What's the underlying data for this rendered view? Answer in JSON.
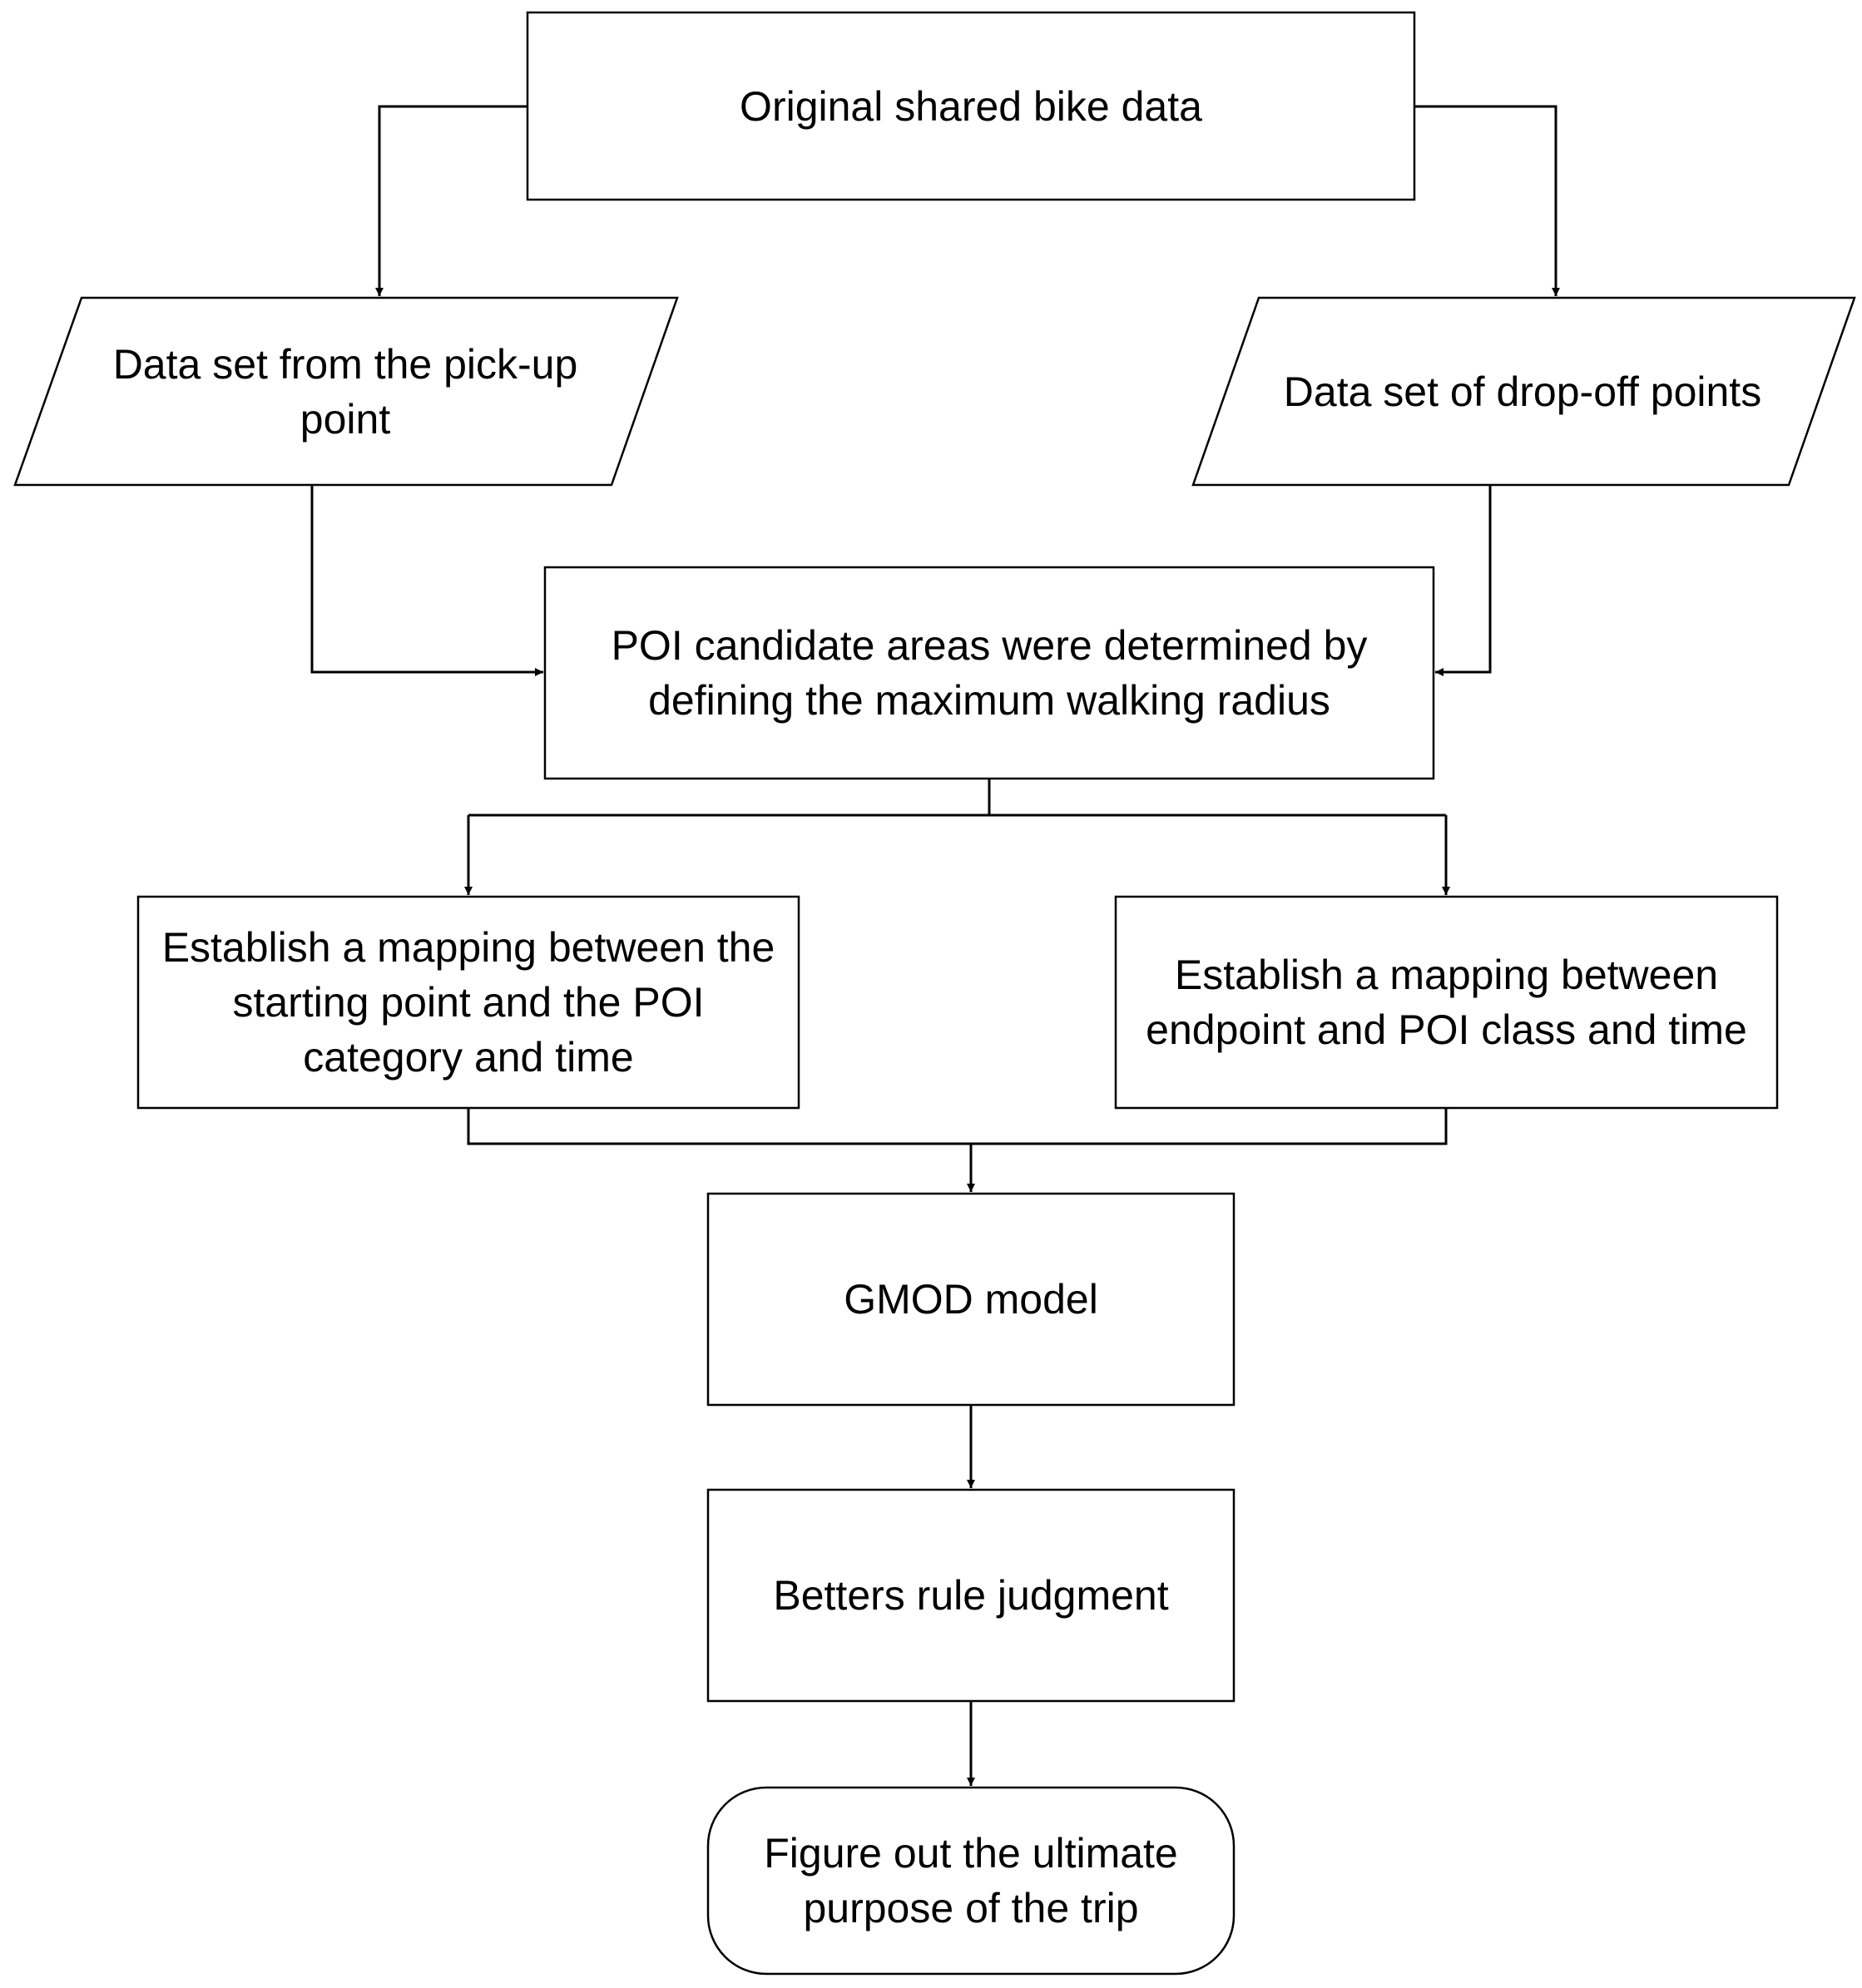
{
  "flowchart": {
    "nodes": {
      "original_data": "Original shared bike data",
      "pickup_dataset": "Data set from the pick-up point",
      "dropoff_dataset": "Data set of drop-off points",
      "poi_candidate": "POI candidate areas were determined by defining the maximum walking radius",
      "start_mapping": "Establish a mapping between the starting point and the POI category and time",
      "end_mapping": "Establish a mapping between endpoint and POI class and time",
      "gmod_model": "GMOD model",
      "betters_rule": "Betters rule judgment",
      "trip_purpose": "Figure out the ultimate purpose of the trip"
    }
  }
}
